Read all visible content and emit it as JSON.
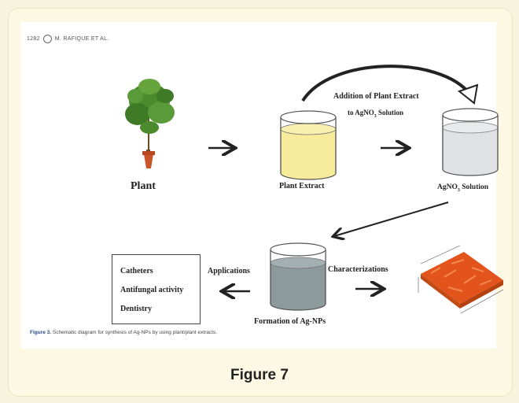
{
  "header": {
    "page_number": "1282",
    "authors": "M. RAFIQUE ET AL."
  },
  "diagram": {
    "plant_label": "Plant",
    "extract_label": "Plant Extract",
    "addition_line1": "Addition of Plant Extract",
    "addition_line2": "to AgNO",
    "addition_line2_tail": " Solution",
    "agno3_label": "AgNO",
    "agno3_tail": " Solution",
    "formation_label": "Formation of Ag-NPs",
    "applications_label": "Applications",
    "characterizations_label": "Characterizations",
    "applications": [
      "Catheters",
      "Antifungal activity",
      "Dentistry"
    ],
    "subscript": "3"
  },
  "caption": {
    "prefix": "Figure 3.",
    "text": " Schematic diagram for synthesis of Ag-NPs by using plant/plant extracts."
  },
  "figure_title": "Figure 7",
  "colors": {
    "extract_liquid": "#f6ec9c",
    "agno3_liquid": "#dfe1e4",
    "agnp_liquid": "#8d9a9c",
    "afm_surface": "#e2541c",
    "caption_prefix": "#2a4a8a"
  }
}
